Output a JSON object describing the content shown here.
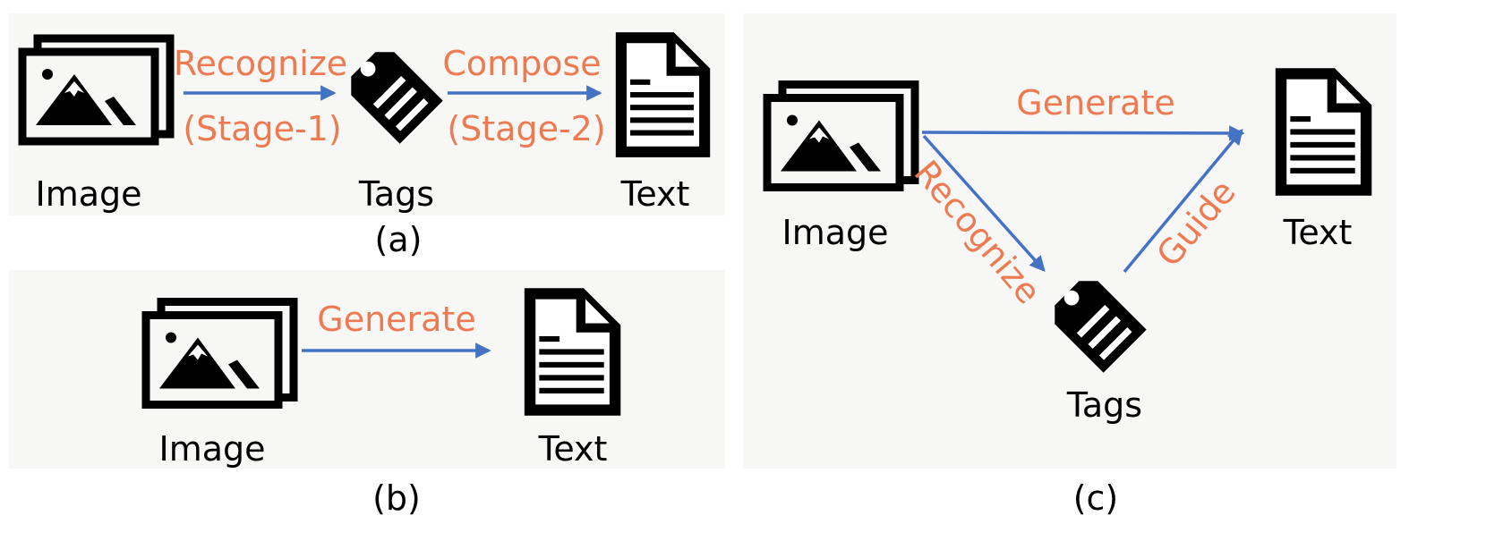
{
  "colors": {
    "panel_bg": "#F7F7F5",
    "arrow": "#4472C4",
    "label_accent": "#EE7A52",
    "icon": "#000000"
  },
  "panel_a": {
    "caption": "(a)",
    "nodes": {
      "image": "Image",
      "tags": "Tags",
      "text": "Text"
    },
    "edges": {
      "recognize": "Recognize",
      "stage1": "(Stage-1)",
      "compose": "Compose",
      "stage2": "(Stage-2)"
    }
  },
  "panel_b": {
    "caption": "(b)",
    "nodes": {
      "image": "Image",
      "text": "Text"
    },
    "edges": {
      "generate": "Generate"
    }
  },
  "panel_c": {
    "caption": "(c)",
    "nodes": {
      "image": "Image",
      "tags": "Tags",
      "text": "Text"
    },
    "edges": {
      "generate": "Generate",
      "recognize": "Recognize",
      "guide": "Guide"
    }
  }
}
